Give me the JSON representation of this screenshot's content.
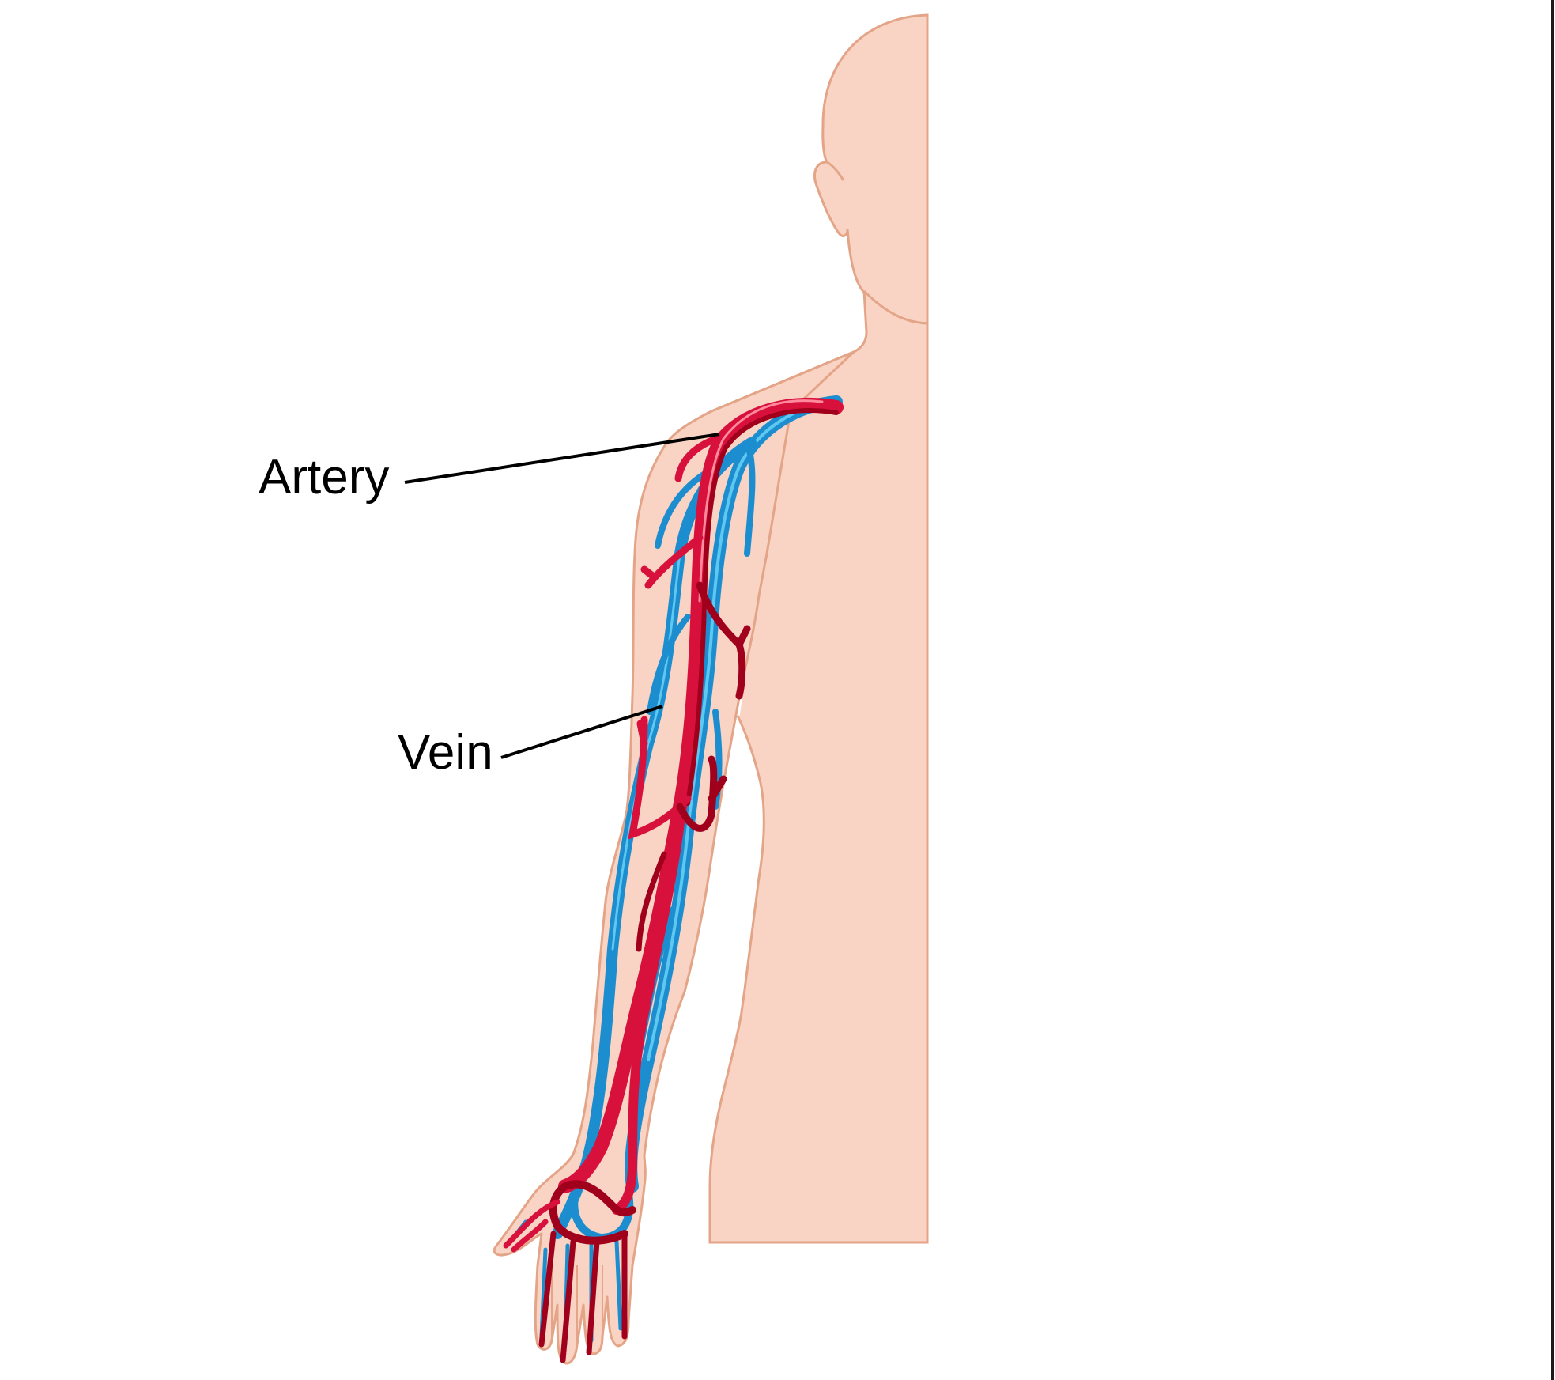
{
  "diagram": {
    "subject": "Human arm circulatory system",
    "labels": [
      {
        "id": "artery",
        "text": "Artery",
        "pointer_from": [
          512,
          610
        ],
        "pointer_to": [
          910,
          549
        ]
      },
      {
        "id": "vein",
        "text": "Vein",
        "pointer_from": [
          634,
          958
        ],
        "pointer_to": [
          838,
          893
        ]
      }
    ]
  },
  "colors": {
    "skin": "#f9d3c3",
    "skin_outline": "#e3a487",
    "skin_shadow": "#f5b7a2",
    "artery": "#d8103c",
    "artery_dark": "#a0001c",
    "artery_highlight": "#ff8a9c",
    "vein": "#1c8ed0",
    "vein_dark": "#0b6aa8",
    "vein_highlight": "#5fc8f0",
    "leader_line": "#000000",
    "frame_border": "#1a1a1a"
  }
}
